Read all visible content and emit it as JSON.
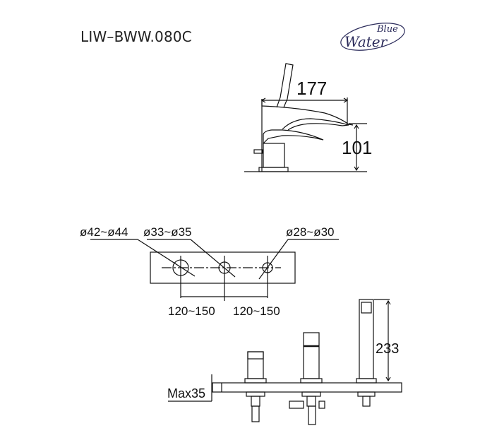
{
  "header": {
    "model_code": "LIW–BWW.080C",
    "logo": {
      "line1": "Blue",
      "line2": "Water",
      "color": "#2a2a5a"
    }
  },
  "side_view": {
    "length_label": "177",
    "height_label": "101"
  },
  "top_view": {
    "hole1_label": "ø42~ø44",
    "hole2_label": "ø33~ø35",
    "hole3_label": "ø28~ø30",
    "spacing1_label": "120~150",
    "spacing2_label": "120~150"
  },
  "front_view": {
    "shower_height_label": "233",
    "deck_thickness_label": "Max35"
  },
  "colors": {
    "line": "#111111",
    "background": "#ffffff"
  }
}
